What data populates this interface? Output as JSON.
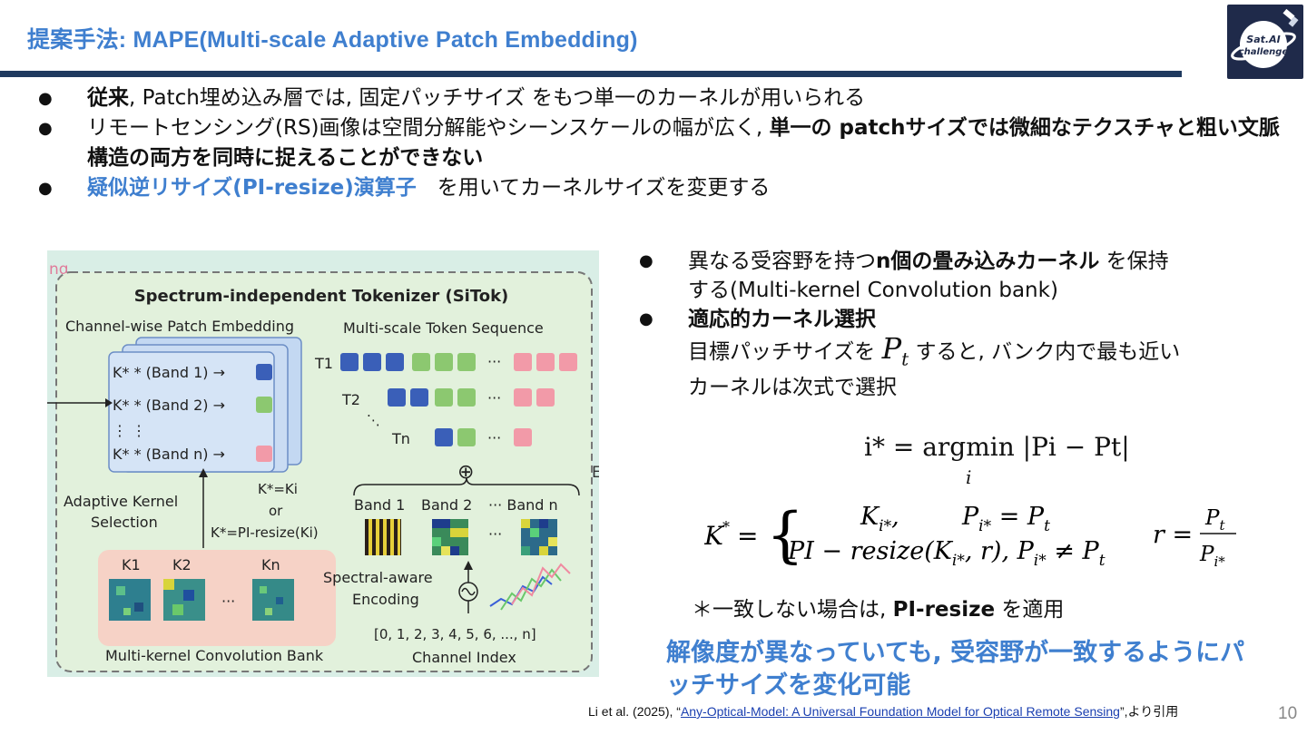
{
  "slide": {
    "title": "提案手法: MAPE(Multi-scale Adaptive Patch Embedding)",
    "logo_text": "Sat.AI Challenge",
    "bullets": [
      {
        "pre": "",
        "bold": "従来",
        "post": ", Patch埋め込み層では, 固定パッチサイズ をもつ単一のカーネルが用いられる"
      },
      {
        "pre": "リモートセンシング(RS)画像は空間分解能やシーンスケールの幅が広く, ",
        "bold": "単一の patchサイズでは微細なテクスチャと粗い文脈構造の両方を同時に捉えることができない",
        "post": ""
      },
      {
        "pre": "",
        "blue": "疑似逆リサイズ(PI-resize)演算子",
        "post": "　を用いてカーネルサイズを変更する"
      }
    ],
    "right": {
      "b1_pre": "異なる受容野を持つ",
      "b1_bold": "n個の畳み込みカーネル",
      "b1_post": " を保持",
      "b1_line2": "する(Multi-kernel Convolution bank)",
      "b2_bold": "適応的カーネル選択",
      "b2_line1_pre": "目標パッチサイズを ",
      "b2_symbol": "Pt",
      "b2_line1_post": " すると, バンク内で最も近い",
      "b2_line2": "カーネルは次式で選択"
    },
    "eq1": "i* = argmin |Pi − Pt|",
    "eq1_sub": "i",
    "note_pre": "＊一致しない場合は, ",
    "note_bold": "PI-resize",
    "note_post": " を適用",
    "highlight": "解像度が異なっていても, 受容野が一致するようにパッチサイズを変化可能",
    "citation": {
      "pre": "Li et al. (2025), “",
      "link": "Any-Optical-Model: A Universal Foundation Model for Optical Remote Sensing",
      "post": "”,より引用"
    },
    "page_number": "10"
  },
  "figure": {
    "top_fragment": "ng",
    "right_fragment": "E",
    "header": "Spectrum-independent Tokenizer (SiTok)",
    "cpe": "Channel-wise Patch Embedding",
    "mts": "Multi-scale Token Sequence",
    "rows": [
      "K* * (Band 1) →",
      "K* * (Band 2) →",
      "⋮          ⋮",
      "K* * (Band n) →"
    ],
    "tokens": [
      "T1",
      "T2",
      "Tn"
    ],
    "adaptive": [
      "Adaptive Kernel",
      "Selection"
    ],
    "kselect": [
      "K*=Ki",
      "or",
      "K*=PI-resize(Ki)"
    ],
    "bands": [
      "Band 1",
      "Band 2",
      "··· Band n"
    ],
    "kernels": [
      "K1",
      "K2",
      "Kn"
    ],
    "spectral": [
      "Spectral-aware",
      "Encoding"
    ],
    "channel": "[0, 1, 2, 3, 4, 5, 6, ..., n]",
    "channel_label": "Channel Index",
    "bank": "Multi-kernel Convolution Bank",
    "dots": "···",
    "oplus": "⊕"
  },
  "colors": {
    "accent": "#3f7fcf",
    "rule": "#1f3a5f",
    "figure_bg": "#d9eee6",
    "blue_token": "#3a5fb8",
    "green_token": "#8cc870",
    "pink_token": "#f29aa8"
  }
}
